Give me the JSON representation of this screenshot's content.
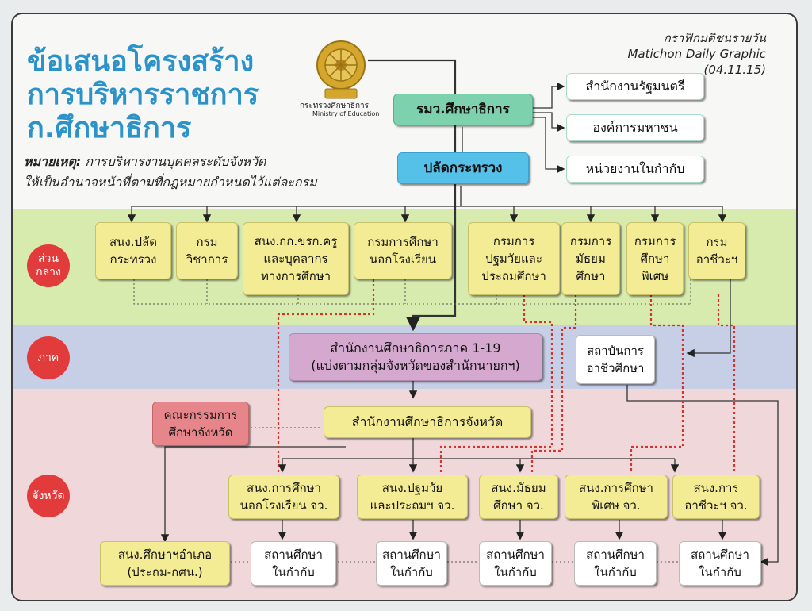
{
  "title_lines": [
    "ข้อเสนอโครงสร้าง",
    "การบริหารราชการ",
    "ก.ศึกษาธิการ"
  ],
  "note": {
    "label": "หมายเหตุ:",
    "line1": " การบริหารงานบุคคลระดับจังหวัด",
    "line2": "ให้เป็นอำนาจหน้าที่ตามที่กฎหมายกำหนดไว้แต่ละกรม"
  },
  "source": {
    "line1": "กราฟิกมติชนรายวัน",
    "line2": "Matichon Daily Graphic",
    "line3": "(04.11.15)"
  },
  "logo": {
    "caption_th": "กระทรวงศึกษาธิการ",
    "caption_en": "Ministry of Education"
  },
  "levels": {
    "central": "ส่วน\nกลาง",
    "region": "ภาค",
    "province": "จังหวัด"
  },
  "top": {
    "minister": "รมว.ศึกษาธิการ",
    "permanent_secretary": "ปลัดกระทรวง",
    "pm_office": "สำนักงานรัฐมนตรี",
    "public_org": "องค์การมหาชน",
    "supervised_units": "หน่วยงานในกำกับ"
  },
  "departments": [
    "สนง.ปลัด\nกระทรวง",
    "กรม\nวิชาการ",
    "สนง.กก.ขรก.ครู\nและบุคลากร\nทางการศึกษา",
    "กรมการศึกษา\nนอกโรงเรียน",
    "กรมการ\nปฐมวัยและ\nประถมศึกษา",
    "กรมการ\nมัธยม\nศึกษา",
    "กรมการ\nศึกษา\nพิเศษ",
    "กรม\nอาชีวะฯ"
  ],
  "region": {
    "regional_office": "สำนักงานศึกษาธิการภาค 1-19\n(แบ่งตามกลุ่มจังหวัดของสำนักนายกฯ)",
    "vocational_institute": "สถาบันการ\nอาชีวศึกษา"
  },
  "province": {
    "committee": "คณะกรรมการ\nศึกษาจังหวัด",
    "provincial_office": "สำนักงานศึกษาธิการจังหวัด",
    "offices": [
      "สนง.การศึกษา\nนอกโรงเรียน จว.",
      "สนง.ปฐมวัย\nและประถมฯ จว.",
      "สนง.มัธยม\nศึกษา จว.",
      "สนง.การศึกษา\nพิเศษ จว.",
      "สนง.การ\nอาชีวะฯ จว."
    ],
    "district_office": "สนง.ศึกษาฯอำเภอ\n(ประถม-กศน.)",
    "institutions": "สถานศึกษา\nในกำกับ"
  },
  "colors": {
    "title": "#2b93c9",
    "band_central": "#d7ebae",
    "band_region": "#c7cfe6",
    "band_province": "#f0d8da",
    "red_dotted": "#d6332e",
    "level_circle": "#e23b3b"
  }
}
